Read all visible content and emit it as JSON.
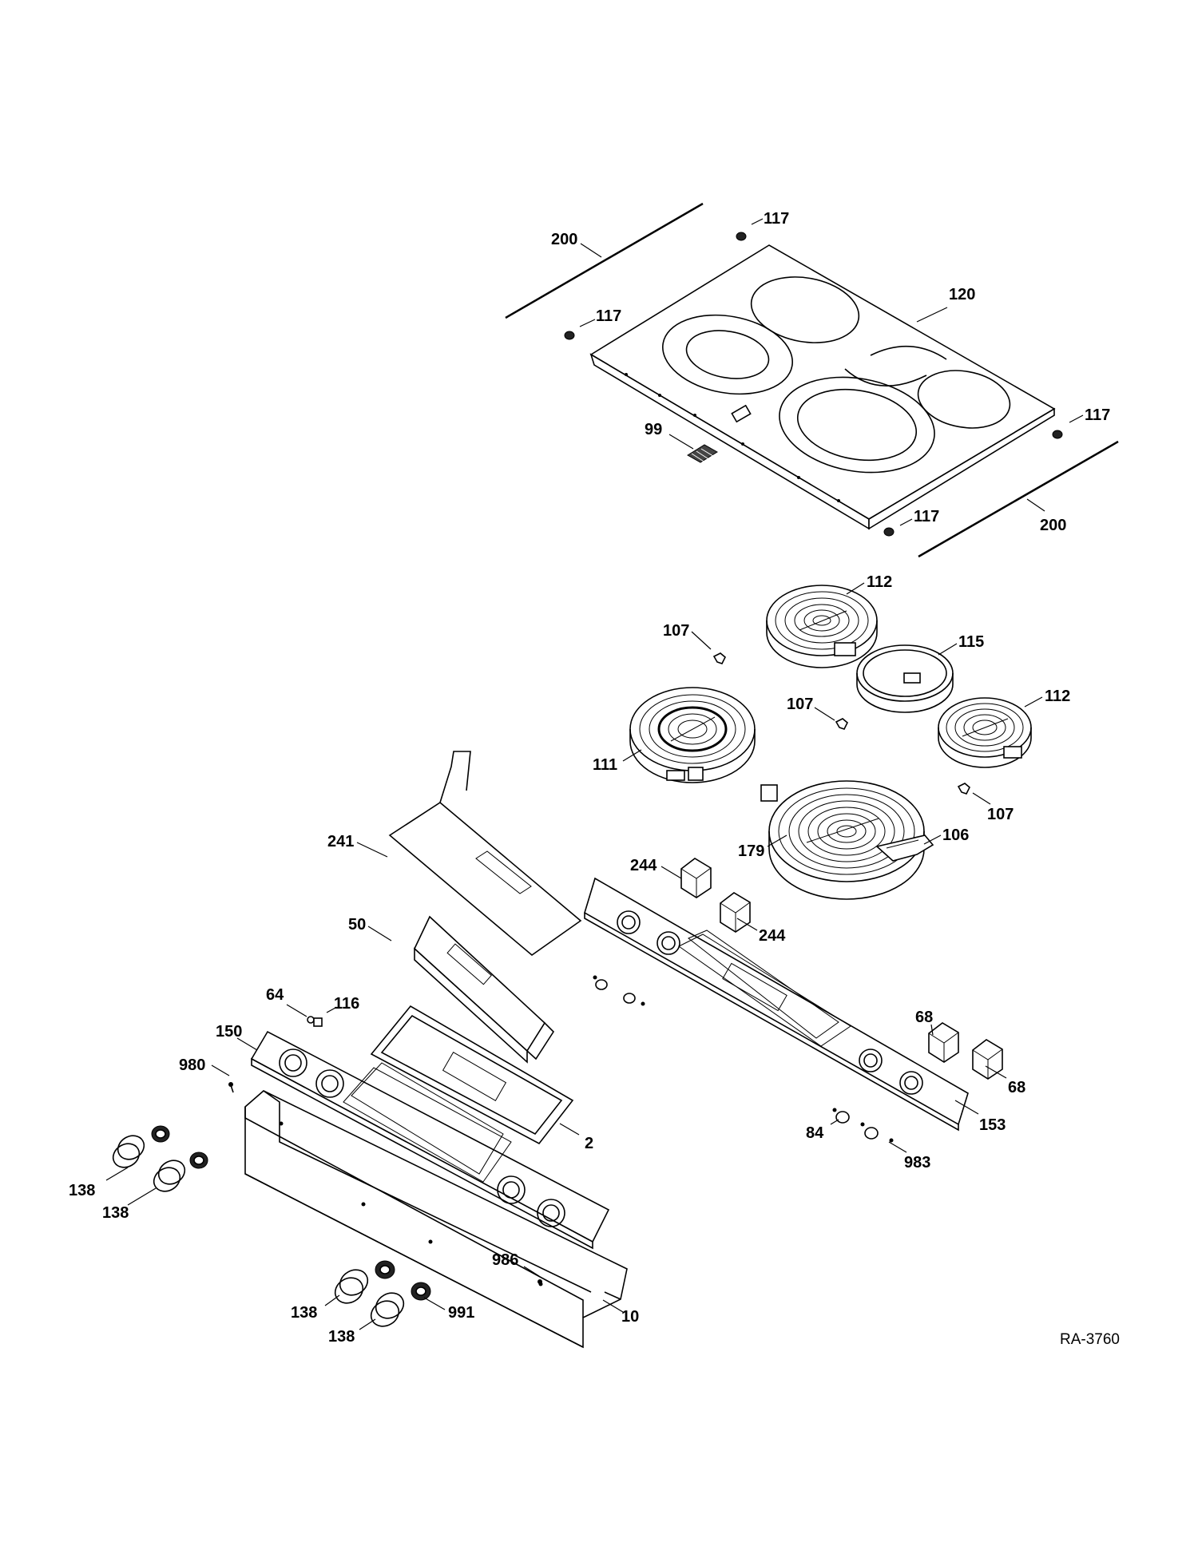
{
  "diagram": {
    "reference_code": "RA-3760",
    "callouts": [
      {
        "id": "c200a",
        "label": "200"
      },
      {
        "id": "c117a",
        "label": "117"
      },
      {
        "id": "c120",
        "label": "120"
      },
      {
        "id": "c117b",
        "label": "117"
      },
      {
        "id": "c99",
        "label": "99"
      },
      {
        "id": "c117c",
        "label": "117"
      },
      {
        "id": "c117d",
        "label": "117"
      },
      {
        "id": "c200b",
        "label": "200"
      },
      {
        "id": "c112a",
        "label": "112"
      },
      {
        "id": "c107a",
        "label": "107"
      },
      {
        "id": "c115",
        "label": "115"
      },
      {
        "id": "c107b",
        "label": "107"
      },
      {
        "id": "c112b",
        "label": "112"
      },
      {
        "id": "c111",
        "label": "111"
      },
      {
        "id": "c107c",
        "label": "107"
      },
      {
        "id": "c179",
        "label": "179"
      },
      {
        "id": "c106",
        "label": "106"
      },
      {
        "id": "c241",
        "label": "241"
      },
      {
        "id": "c244a",
        "label": "244"
      },
      {
        "id": "c244b",
        "label": "244"
      },
      {
        "id": "c50",
        "label": "50"
      },
      {
        "id": "c64",
        "label": "64"
      },
      {
        "id": "c116",
        "label": "116"
      },
      {
        "id": "c150",
        "label": "150"
      },
      {
        "id": "c68a",
        "label": "68"
      },
      {
        "id": "c68b",
        "label": "68"
      },
      {
        "id": "c980",
        "label": "980"
      },
      {
        "id": "c2",
        "label": "2"
      },
      {
        "id": "c153",
        "label": "153"
      },
      {
        "id": "c84",
        "label": "84"
      },
      {
        "id": "c983",
        "label": "983"
      },
      {
        "id": "c138a",
        "label": "138"
      },
      {
        "id": "c138b",
        "label": "138"
      },
      {
        "id": "c986",
        "label": "986"
      },
      {
        "id": "c138c",
        "label": "138"
      },
      {
        "id": "c991",
        "label": "991"
      },
      {
        "id": "c10",
        "label": "10"
      },
      {
        "id": "c138d",
        "label": "138"
      }
    ]
  }
}
